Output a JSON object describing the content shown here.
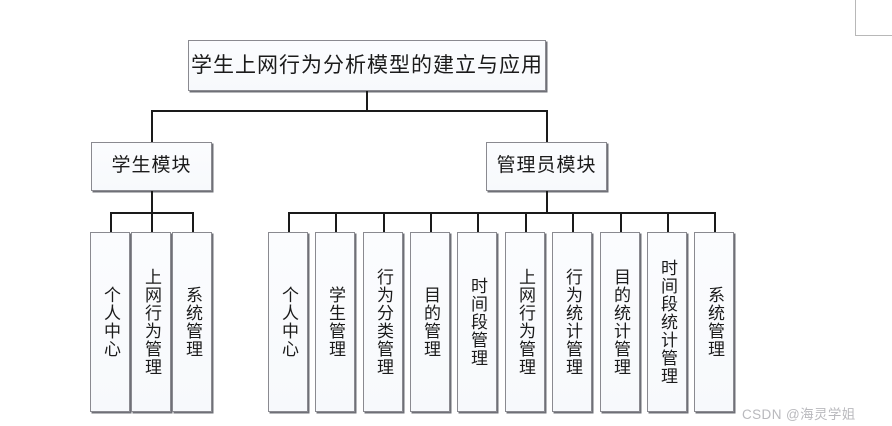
{
  "diagram": {
    "type": "tree-hierarchy",
    "root": {
      "label": "学生上网行为分析模型的建立与应用"
    },
    "branches": [
      {
        "id": "student",
        "label": "学生模块",
        "leaves": [
          {
            "label": "个人中心"
          },
          {
            "label": "上网行为管理"
          },
          {
            "label": "系统管理"
          }
        ]
      },
      {
        "id": "admin",
        "label": "管理员模块",
        "leaves": [
          {
            "label": "个人中心"
          },
          {
            "label": "学生管理"
          },
          {
            "label": "行为分类管理"
          },
          {
            "label": "目的管理"
          },
          {
            "label": "时间段管理"
          },
          {
            "label": "上网行为管理"
          },
          {
            "label": "行为统计管理"
          },
          {
            "label": "目的统计管理"
          },
          {
            "label": "时间段统计管理"
          },
          {
            "label": "系统管理"
          }
        ]
      }
    ]
  },
  "watermark": {
    "text": "CSDN @海灵学姐"
  },
  "colors": {
    "box_border": "#8a8a90",
    "box_shadow": "#6f7077",
    "connector": "#1a1a1a",
    "box_fill": "#f9fbfd",
    "text": "#1b1b1b",
    "watermark": "#b9b9bd",
    "corner_mark": "#b8b8b8"
  }
}
